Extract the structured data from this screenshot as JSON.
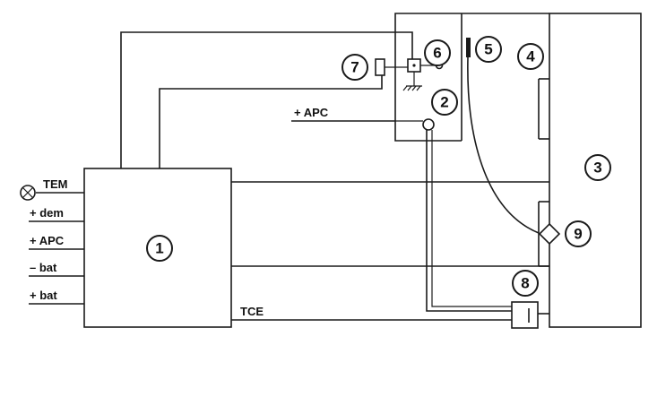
{
  "callouts": {
    "c1": "1",
    "c2": "2",
    "c3": "3",
    "c4": "4",
    "c5": "5",
    "c6": "6",
    "c7": "7",
    "c8": "8",
    "c9": "9"
  },
  "inputs": {
    "tem": "TEM",
    "dem": "+ dem",
    "apc": "+ APC",
    "neg_bat": "– bat",
    "pos_bat": "+ bat"
  },
  "labels": {
    "apc_top": "+ APC",
    "tce": "TCE"
  }
}
